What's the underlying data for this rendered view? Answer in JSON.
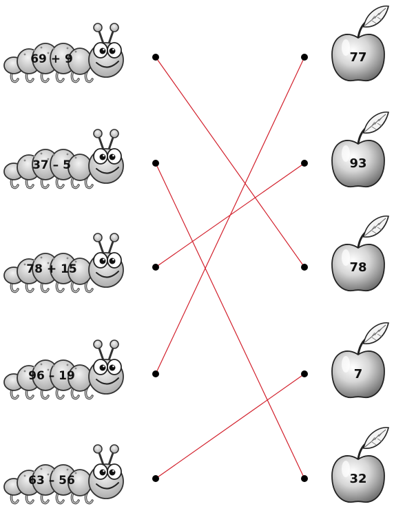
{
  "caterpillars": [
    {
      "expression": "69 + 9"
    },
    {
      "expression": "37 – 5"
    },
    {
      "expression": "78 + 15"
    },
    {
      "expression": "96 – 19"
    },
    {
      "expression": "63 – 56"
    }
  ],
  "apples": [
    {
      "answer": "77"
    },
    {
      "answer": "93"
    },
    {
      "answer": "78"
    },
    {
      "answer": "7"
    },
    {
      "answer": "32"
    }
  ],
  "connections": [
    {
      "from": 0,
      "to": 2
    },
    {
      "from": 1,
      "to": 4
    },
    {
      "from": 2,
      "to": 1
    },
    {
      "from": 3,
      "to": 0
    },
    {
      "from": 4,
      "to": 3
    }
  ],
  "colors": {
    "line": "#d21f2b",
    "dot": "#000000",
    "body": "#cfcfcf",
    "body_dark": "#9a9a9a",
    "apple": "#c4c4c4"
  }
}
